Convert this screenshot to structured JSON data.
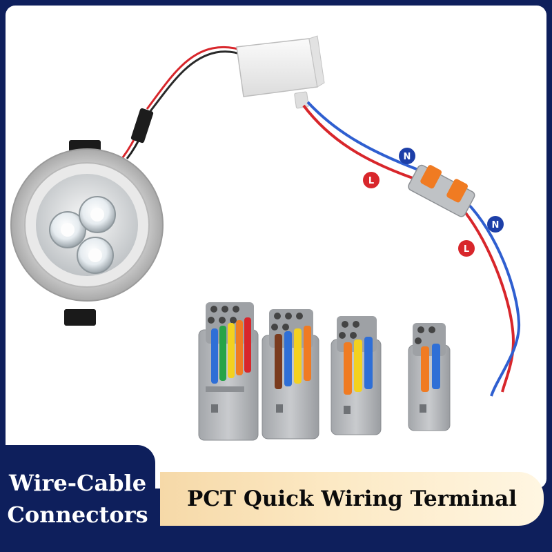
{
  "product_photo": {
    "wire_markers": [
      {
        "letter": "N",
        "color": "#1d3fa8"
      },
      {
        "letter": "L",
        "color": "#d8262b"
      },
      {
        "letter": "N",
        "color": "#1d3fa8"
      },
      {
        "letter": "L",
        "color": "#d8262b"
      }
    ]
  },
  "caption": {
    "left_line1": "Wire-Cable",
    "left_line2": "Connectors",
    "right_text": "PCT Quick Wiring Terminal"
  },
  "colors": {
    "navy": "#0e1f5c",
    "banner": "#fce9c4",
    "wire_red": "#d8262b",
    "wire_blue": "#2f5fd0"
  }
}
